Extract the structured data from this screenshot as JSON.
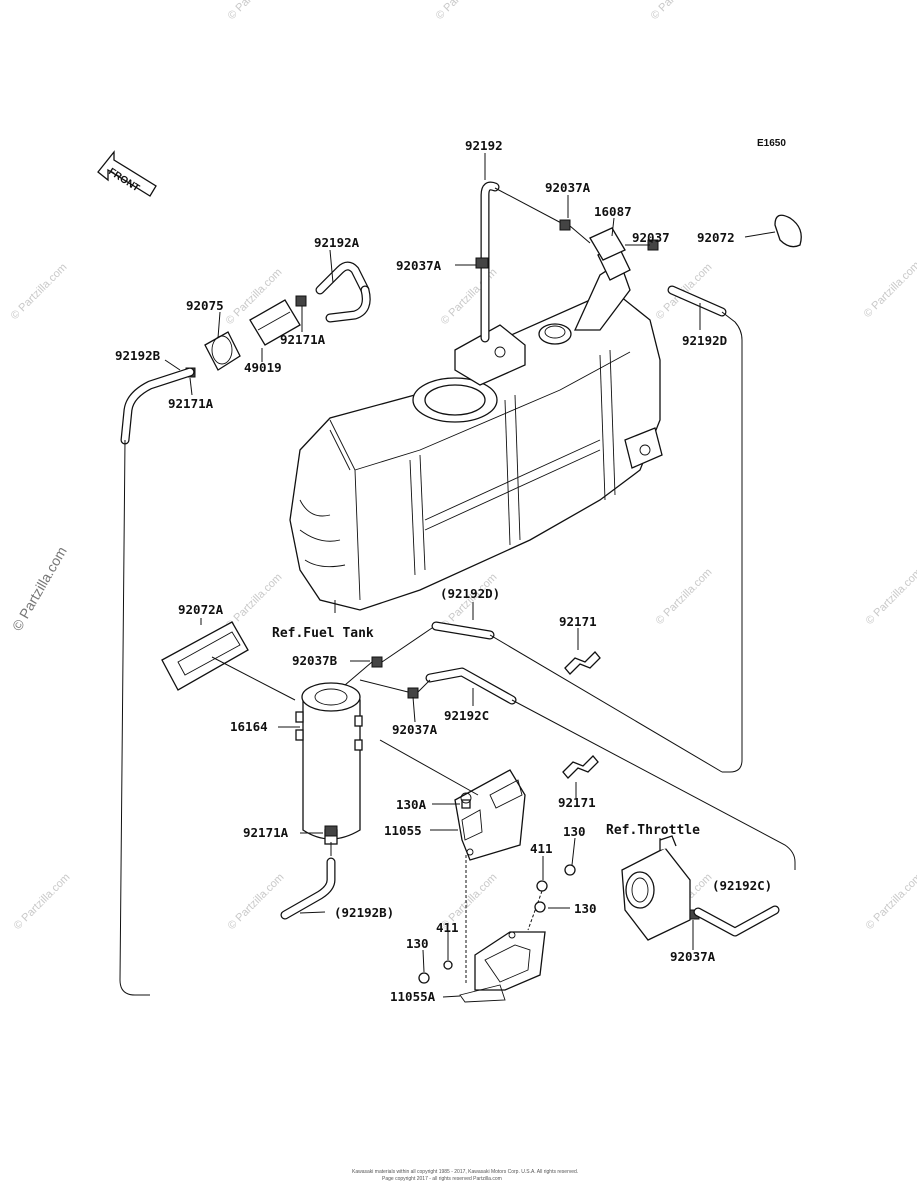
{
  "diagram_code": "E1650",
  "front_label": "FRONT",
  "ref_labels": {
    "fuel_tank": "Ref.Fuel Tank",
    "throttle": "Ref.Throttle"
  },
  "part_labels": {
    "p92192": "92192",
    "p92037A_top": "92037A",
    "p16087": "16087",
    "p92037": "92037",
    "p92072": "92072",
    "p92037A_left": "92037A",
    "p92192A": "92192A",
    "p92075": "92075",
    "p92171A_top": "92171A",
    "p49019": "49019",
    "p92192B_top": "92192B",
    "p92171A_left": "92171A",
    "p92192D": "92192D",
    "p92192D_paren": "(92192D)",
    "p92072A": "92072A",
    "p92171_top": "92171",
    "p92037B": "92037B",
    "p16164": "16164",
    "p92037A_mid": "92037A",
    "p92192C": "92192C",
    "p92171_mid": "92171",
    "p130A": "130A",
    "p11055": "11055",
    "p130_a": "130",
    "p92171A_bottom": "92171A",
    "p411_a": "411",
    "p130_b": "130",
    "p92192C_paren": "(92192C)",
    "p92192B_paren": "(92192B)",
    "p411_b": "411",
    "p130_c": "130",
    "p11055A": "11055A",
    "p92037A_bottom": "92037A"
  },
  "watermark": "© Partzilla.com",
  "footer": {
    "line1": "Kawasaki materials within all copyright 1985 - 2017, Kawasaki Motors Corp. U.S.A. All rights reserved.",
    "line2": "Page copyright 2017 - all rights reserved Partzilla.com"
  }
}
